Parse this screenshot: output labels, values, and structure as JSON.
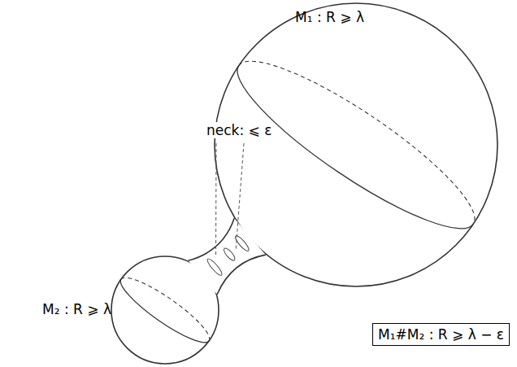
{
  "diagram": {
    "nodes": [
      {
        "text": [
          "M₁ : R ⩾ λ"
        ]
      },
      {
        "text": [
          "M₂ : R ⩾ λ"
        ]
      },
      {
        "text": [
          "M₁#M₂ : R ⩾ λ − ε"
        ]
      }
    ],
    "labels": [
      "neck: ⩽ ε"
    ]
  }
}
